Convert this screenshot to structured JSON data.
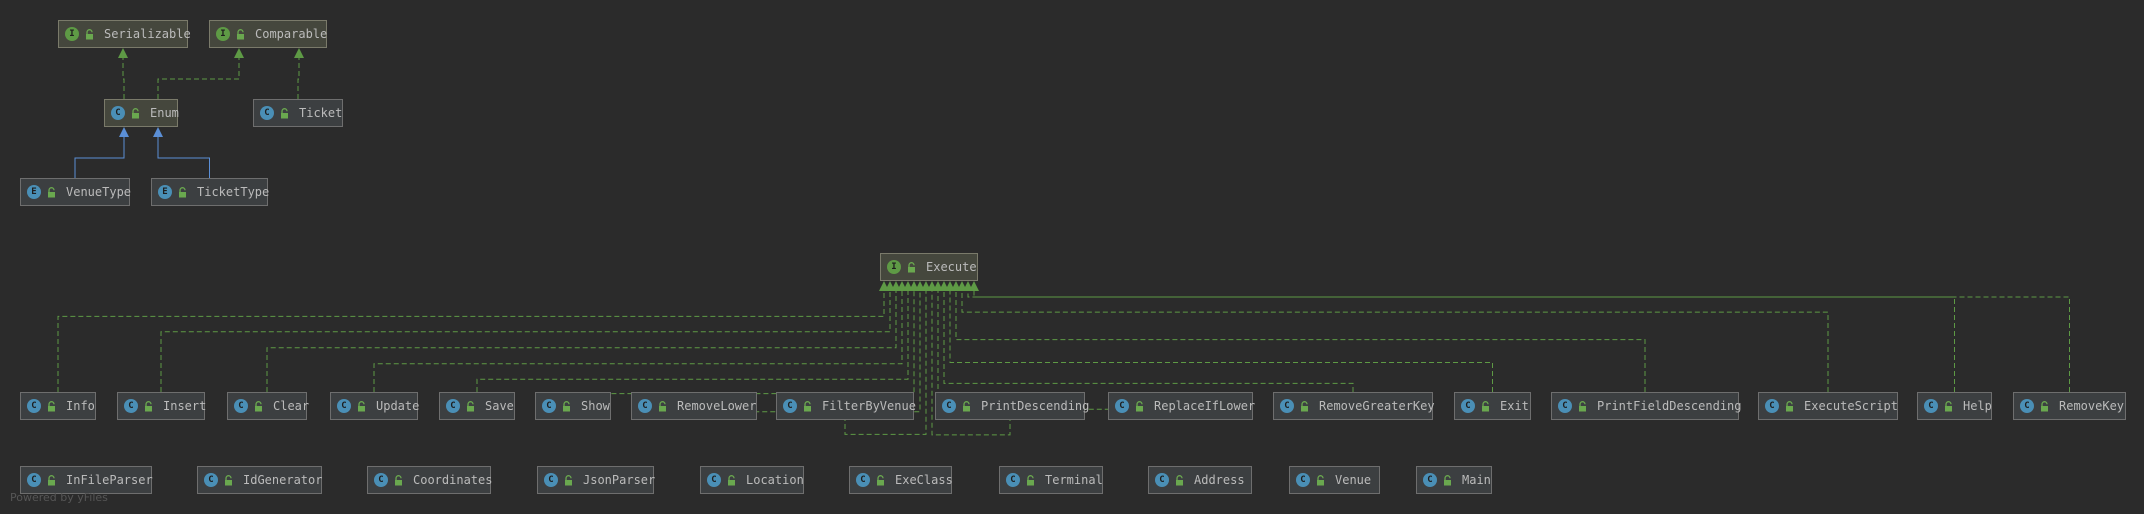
{
  "nodes": [
    {
      "id": "serializable",
      "label": "Serializable",
      "kind": "I",
      "style": "iface"
    },
    {
      "id": "comparable",
      "label": "Comparable",
      "kind": "I",
      "style": "iface"
    },
    {
      "id": "enum",
      "label": "Enum",
      "kind": "C",
      "style": "iface"
    },
    {
      "id": "ticket",
      "label": "Ticket",
      "kind": "C",
      "style": "class"
    },
    {
      "id": "venuetype",
      "label": "VenueType",
      "kind": "E",
      "style": "class"
    },
    {
      "id": "tickettype",
      "label": "TicketType",
      "kind": "E",
      "style": "class"
    },
    {
      "id": "execute",
      "label": "Execute",
      "kind": "I",
      "style": "iface"
    },
    {
      "id": "info",
      "label": "Info",
      "kind": "C",
      "style": "class"
    },
    {
      "id": "insert",
      "label": "Insert",
      "kind": "C",
      "style": "class"
    },
    {
      "id": "clear",
      "label": "Clear",
      "kind": "C",
      "style": "class"
    },
    {
      "id": "update",
      "label": "Update",
      "kind": "C",
      "style": "class"
    },
    {
      "id": "save",
      "label": "Save",
      "kind": "C",
      "style": "class"
    },
    {
      "id": "show",
      "label": "Show",
      "kind": "C",
      "style": "class"
    },
    {
      "id": "removelower",
      "label": "RemoveLower",
      "kind": "C",
      "style": "class"
    },
    {
      "id": "filterbyvenue",
      "label": "FilterByVenue",
      "kind": "C",
      "style": "class"
    },
    {
      "id": "printdescending",
      "label": "PrintDescending",
      "kind": "C",
      "style": "class"
    },
    {
      "id": "replaceiflower",
      "label": "ReplaceIfLower",
      "kind": "C",
      "style": "class"
    },
    {
      "id": "removegreaterkey",
      "label": "RemoveGreaterKey",
      "kind": "C",
      "style": "class"
    },
    {
      "id": "exit",
      "label": "Exit",
      "kind": "C",
      "style": "class"
    },
    {
      "id": "printfielddescending",
      "label": "PrintFieldDescending",
      "kind": "C",
      "style": "class"
    },
    {
      "id": "executescript",
      "label": "ExecuteScript",
      "kind": "C",
      "style": "class"
    },
    {
      "id": "help",
      "label": "Help",
      "kind": "C",
      "style": "class"
    },
    {
      "id": "removekey",
      "label": "RemoveKey",
      "kind": "C",
      "style": "class"
    },
    {
      "id": "infileparser",
      "label": "InFileParser",
      "kind": "C",
      "style": "class"
    },
    {
      "id": "idgenerator",
      "label": "IdGenerator",
      "kind": "C",
      "style": "class"
    },
    {
      "id": "coordinates",
      "label": "Coordinates",
      "kind": "C",
      "style": "class"
    },
    {
      "id": "jsonparser",
      "label": "JsonParser",
      "kind": "C",
      "style": "class"
    },
    {
      "id": "location",
      "label": "Location",
      "kind": "C",
      "style": "class"
    },
    {
      "id": "execlass",
      "label": "ExeClass",
      "kind": "C",
      "style": "class"
    },
    {
      "id": "terminal",
      "label": "Terminal",
      "kind": "C",
      "style": "class"
    },
    {
      "id": "address",
      "label": "Address",
      "kind": "C",
      "style": "class"
    },
    {
      "id": "venue",
      "label": "Venue",
      "kind": "C",
      "style": "class"
    },
    {
      "id": "main",
      "label": "Main",
      "kind": "C",
      "style": "class"
    }
  ],
  "edges": [
    {
      "from": "enum",
      "to": "serializable",
      "type": "implements"
    },
    {
      "from": "enum",
      "to": "comparable",
      "type": "implements"
    },
    {
      "from": "ticket",
      "to": "comparable",
      "type": "implements"
    },
    {
      "from": "venuetype",
      "to": "enum",
      "type": "extends"
    },
    {
      "from": "tickettype",
      "to": "enum",
      "type": "extends"
    },
    {
      "from": "info",
      "to": "execute",
      "type": "implements"
    },
    {
      "from": "insert",
      "to": "execute",
      "type": "implements"
    },
    {
      "from": "clear",
      "to": "execute",
      "type": "implements"
    },
    {
      "from": "update",
      "to": "execute",
      "type": "implements"
    },
    {
      "from": "save",
      "to": "execute",
      "type": "implements"
    },
    {
      "from": "show",
      "to": "execute",
      "type": "implements"
    },
    {
      "from": "removelower",
      "to": "execute",
      "type": "implements"
    },
    {
      "from": "filterbyvenue",
      "to": "execute",
      "type": "implements"
    },
    {
      "from": "printdescending",
      "to": "execute",
      "type": "implements"
    },
    {
      "from": "replaceiflower",
      "to": "execute",
      "type": "implements"
    },
    {
      "from": "removegreaterkey",
      "to": "execute",
      "type": "implements"
    },
    {
      "from": "exit",
      "to": "execute",
      "type": "implements"
    },
    {
      "from": "printfielddescending",
      "to": "execute",
      "type": "implements"
    },
    {
      "from": "executescript",
      "to": "execute",
      "type": "implements"
    },
    {
      "from": "help",
      "to": "execute",
      "type": "implements"
    },
    {
      "from": "removekey",
      "to": "execute",
      "type": "implements"
    }
  ],
  "footer": "Powered by yFiles",
  "colors": {
    "background": "#2b2b2b",
    "implements_edge": "#5e9a45",
    "extends_edge": "#5b8fd6",
    "class_icon": "#4a8fb6",
    "interface_icon": "#5e9a45"
  }
}
